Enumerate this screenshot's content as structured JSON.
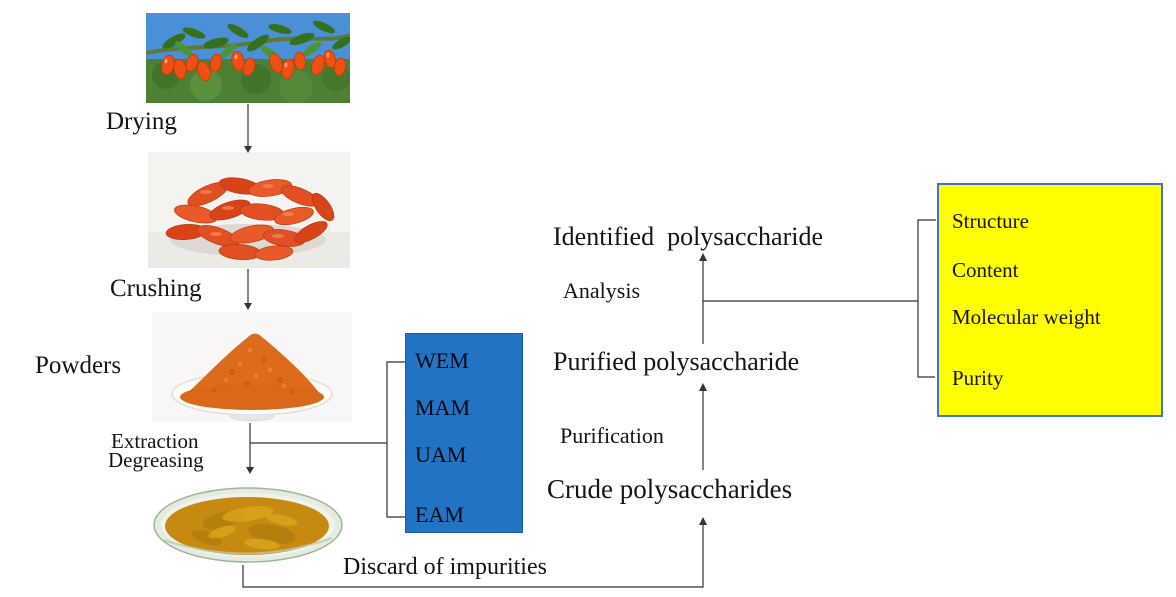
{
  "labels": {
    "drying": "Drying",
    "crushing": "Crushing",
    "powders": "Powders",
    "extraction": "Extraction",
    "degreasing": "Degreasing",
    "discard_of_impurities": "Discard of impurities",
    "crude_polysaccharides": "Crude polysaccharides",
    "purification": "Purification",
    "purified_polysaccharide": "Purified polysaccharide",
    "analysis": "Analysis",
    "identified_polysaccharide": "Identified  polysaccharide"
  },
  "extraction_methods_box": {
    "fill_color": "#2273c4",
    "text_color": "#0a0a14",
    "items": [
      "WEM",
      "MAM",
      "UAM",
      "EAM"
    ]
  },
  "analysis_properties_box": {
    "fill_color": "#ffff00",
    "border_color": "#4472c4",
    "items": [
      "Structure",
      "Content",
      "Molecular weight",
      "Purity"
    ]
  },
  "images": {
    "goji_plant": "fresh goji berries on branch",
    "dried_goji": "pile of dried goji berries",
    "powder_plate": "orange goji powder on white plate",
    "extract_dish": "yellow-brown degreased powder in glass dish"
  },
  "connector_color": "#333333"
}
